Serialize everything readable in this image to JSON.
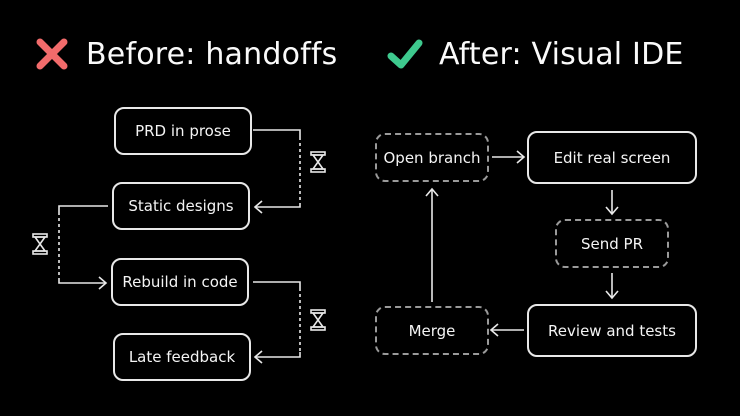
{
  "colors": {
    "background": "#000000",
    "bad": "#f26b6b",
    "good": "#3ec98e",
    "line": "#e8e8e8",
    "dashed": "#9a9a9a"
  },
  "before": {
    "icon": "cross-icon",
    "title": "Before: handoffs",
    "steps": [
      "PRD in prose",
      "Static designs",
      "Rebuild in code",
      "Late feedback"
    ],
    "wait_icon": "hourglass-icon"
  },
  "after": {
    "icon": "check-icon",
    "title": "After: Visual IDE",
    "steps": [
      {
        "label": "Open branch",
        "style": "dashed"
      },
      {
        "label": "Edit real screen",
        "style": "solid"
      },
      {
        "label": "Send PR",
        "style": "dashed"
      },
      {
        "label": "Review and tests",
        "style": "solid"
      },
      {
        "label": "Merge",
        "style": "dashed"
      }
    ]
  }
}
